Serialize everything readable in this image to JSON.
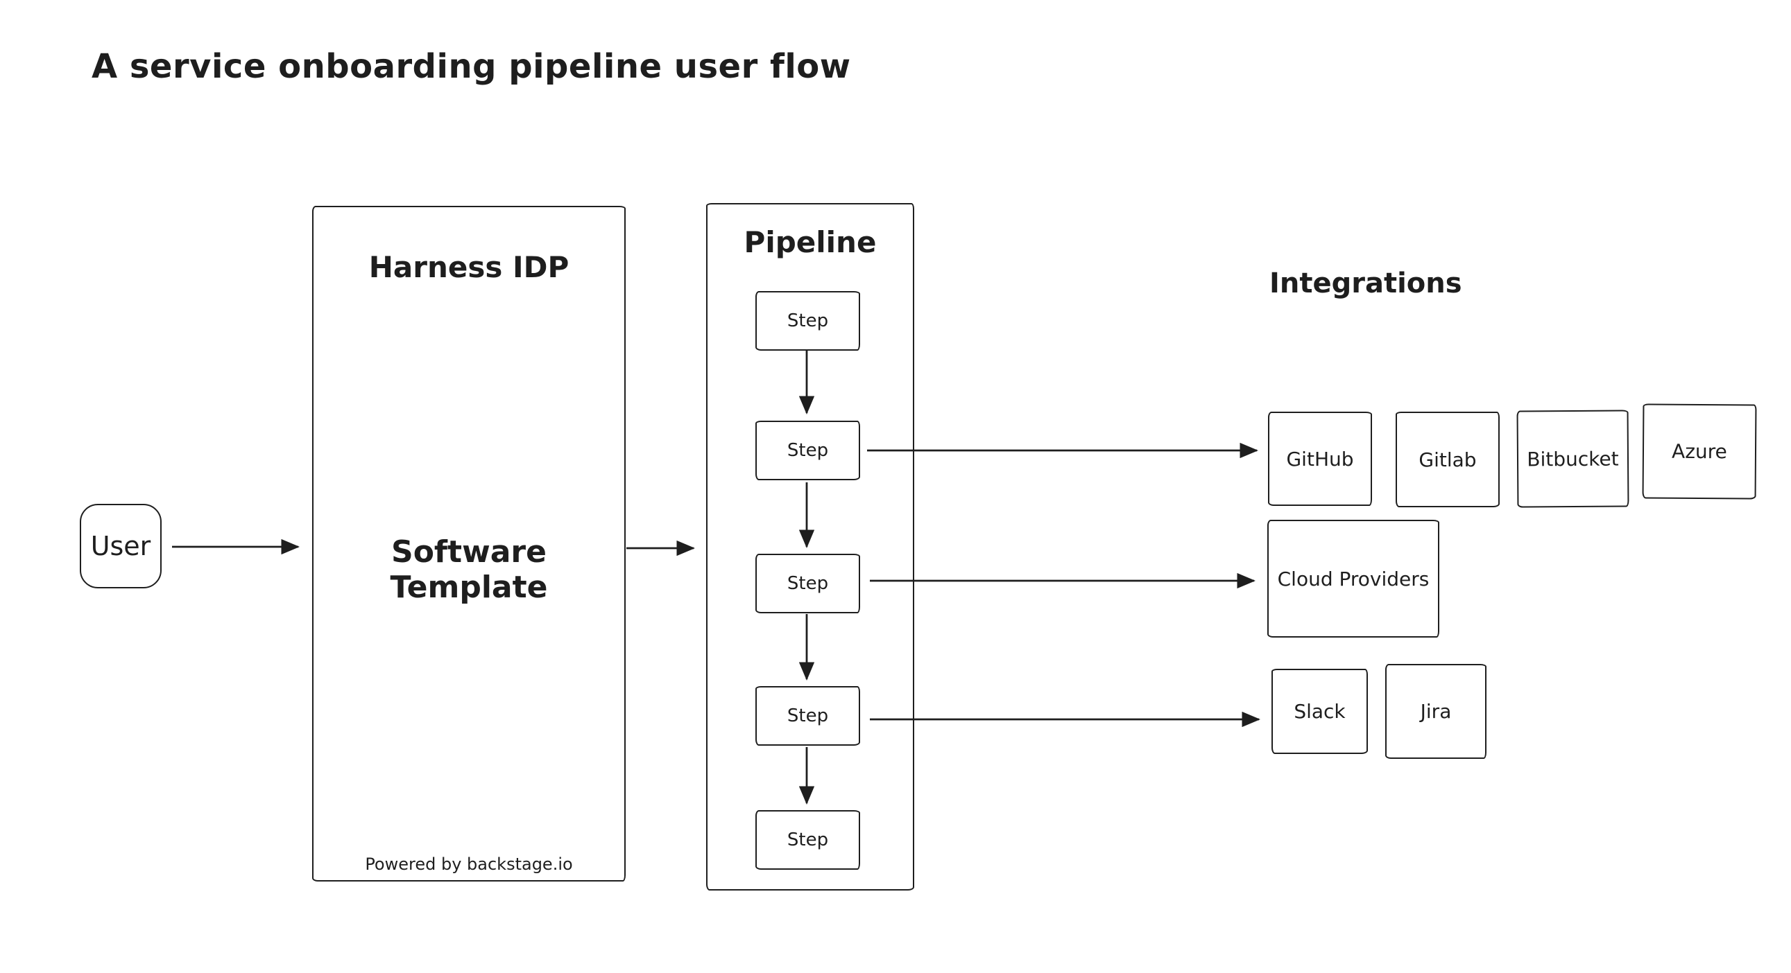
{
  "page": {
    "title": "A service onboarding pipeline user flow"
  },
  "colors": {
    "stroke": "#1e1e1e",
    "background": "#ffffff"
  },
  "user": {
    "label": "User"
  },
  "harness": {
    "title": "Harness IDP",
    "body": "Software Template",
    "footer": "Powered by backstage.io"
  },
  "pipeline": {
    "title": "Pipeline",
    "steps": [
      "Step",
      "Step",
      "Step",
      "Step",
      "Step"
    ]
  },
  "integrations": {
    "title": "Integrations",
    "vcs": [
      "GitHub",
      "Gitlab",
      "Bitbucket",
      "Azure"
    ],
    "cloud": [
      "Cloud Providers"
    ],
    "tools": [
      "Slack",
      "Jira"
    ]
  },
  "connections": [
    {
      "from": "User",
      "to": "Software Template"
    },
    {
      "from": "Software Template",
      "to": "Pipeline"
    },
    {
      "from": "Step 1",
      "to": "Step 2"
    },
    {
      "from": "Step 2",
      "to": "Step 3"
    },
    {
      "from": "Step 3",
      "to": "Step 4"
    },
    {
      "from": "Step 4",
      "to": "Step 5"
    },
    {
      "from": "Step 2",
      "to": "GitHub"
    },
    {
      "from": "Step 3",
      "to": "Cloud Providers"
    },
    {
      "from": "Step 4",
      "to": "Slack"
    }
  ]
}
